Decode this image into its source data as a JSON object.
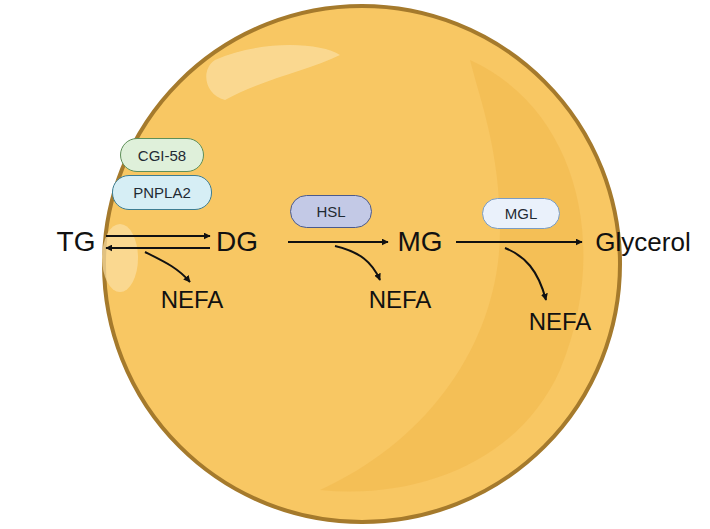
{
  "diagram": {
    "nodes": [
      {
        "text": [
          "CGI-58"
        ]
      },
      {
        "text": [
          "PNPLA2"
        ]
      },
      {
        "text": [
          "HSL"
        ]
      },
      {
        "text": [
          "MGL"
        ]
      }
    ],
    "labels": [
      "TG",
      "DG",
      "NEFA",
      "MG",
      "NEFA",
      "Glycerol",
      "NEFA"
    ]
  }
}
